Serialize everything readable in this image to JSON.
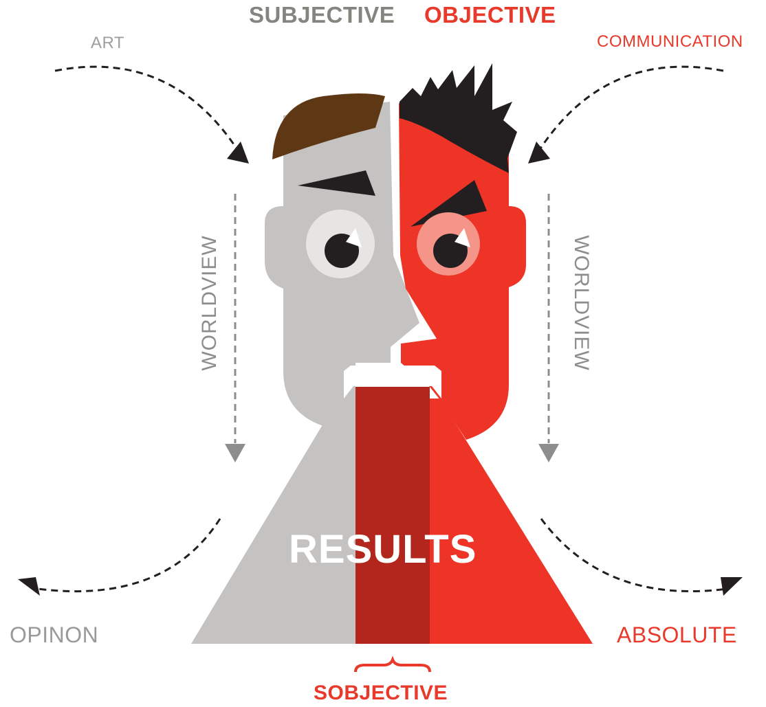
{
  "titles": {
    "subjective": "SUBJECTIVE",
    "objective": "OBJECTIVE"
  },
  "labels": {
    "art": "ART",
    "communication": "COMMUNICATION",
    "worldview_left": "WORLDVIEW",
    "worldview_right": "WORLDVIEW",
    "opinion": "OPINON",
    "absolute": "ABSOLUTE",
    "results": "RESULTS",
    "sobjective": "SOBJECTIVE"
  },
  "colors": {
    "grey_face": "#c4c3c1",
    "red_face": "#ee3427",
    "dark_red": "#b3261d",
    "brown_hair": "#5e3714",
    "black_hair": "#231f20",
    "grey_text": "#8d8d8d",
    "red_text": "#e8392a"
  }
}
